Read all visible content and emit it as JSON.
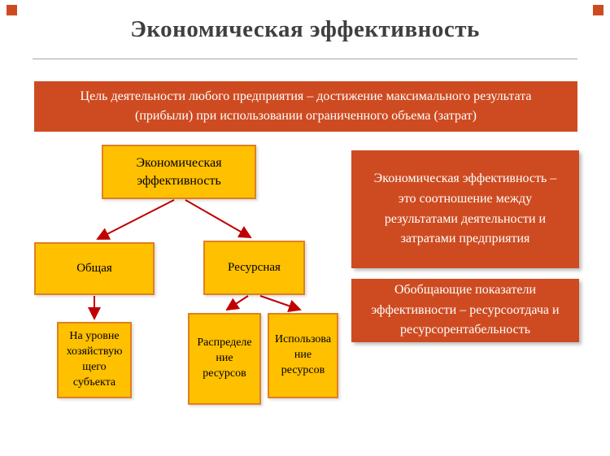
{
  "colors": {
    "accent_red": "#ce4b21",
    "box_yellow": "#ffc000",
    "box_border": "#e08020",
    "arrow_red": "#c00000",
    "title_gray": "#3f3f3f"
  },
  "title": "Экономическая эффективность",
  "banner": {
    "text": "Цель деятельности любого предприятия – достижение максимального результата\n(прибыли) при использовании  ограниченного объема (затрат)"
  },
  "flowchart": {
    "root": "Экономическая\nэффективность",
    "general": "Общая",
    "resource": "Ресурсная",
    "general_leaf": "На уровне\nхозяйствую\nщего\nсубъекта",
    "resource_leaf_1": "Распределе\nние\nресурсов",
    "resource_leaf_2": "Использова\nние\nресурсов"
  },
  "info_boxes": {
    "definition": "Экономическая эффективность –\nэто соотношение  между\nрезультатами деятельности и\nзатратами предприятия",
    "indicators": "Обобщающие показатели\nэффективности – ресурсоотдача и\nресурсорентабельность"
  }
}
